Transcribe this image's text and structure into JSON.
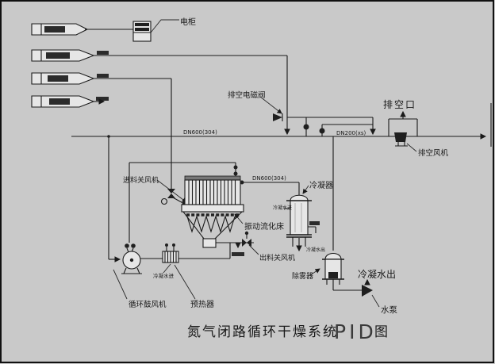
{
  "title": {
    "system": "氮气闭路循环干燥系统",
    "doc_type": "PID",
    "suffix": "图"
  },
  "equipment": {
    "electrical_cabinet": "电柜",
    "vent_solenoid_valve": "排空电磁阀",
    "vent_port": "排空口",
    "vent_fan": "排空风机",
    "feed_rotary_valve": "进料关风机",
    "fluidized_bed": "振动流化床",
    "discharge_rotary_valve": "出料关风机",
    "condenser": "冷凝器",
    "demister": "除雾器",
    "water_pump": "水泵",
    "circulation_blower": "循环鼓风机",
    "preheater": "预热器"
  },
  "pipes": {
    "main_duct": "DN600(304)",
    "dryer_outlet_duct": "DN600(304)",
    "vent_duct": "DN200(xs)"
  },
  "streams": {
    "condensate_out": "冷凝水出",
    "condensate_out_small": "冷凝水出",
    "cooling_water_in_preheater": "冷凝水进",
    "cooling_water_in_condenser": "冷凝水进"
  },
  "colors": {
    "background": "#c9c9c9",
    "line": "#1a1a1a",
    "text": "#1a1a1a"
  }
}
